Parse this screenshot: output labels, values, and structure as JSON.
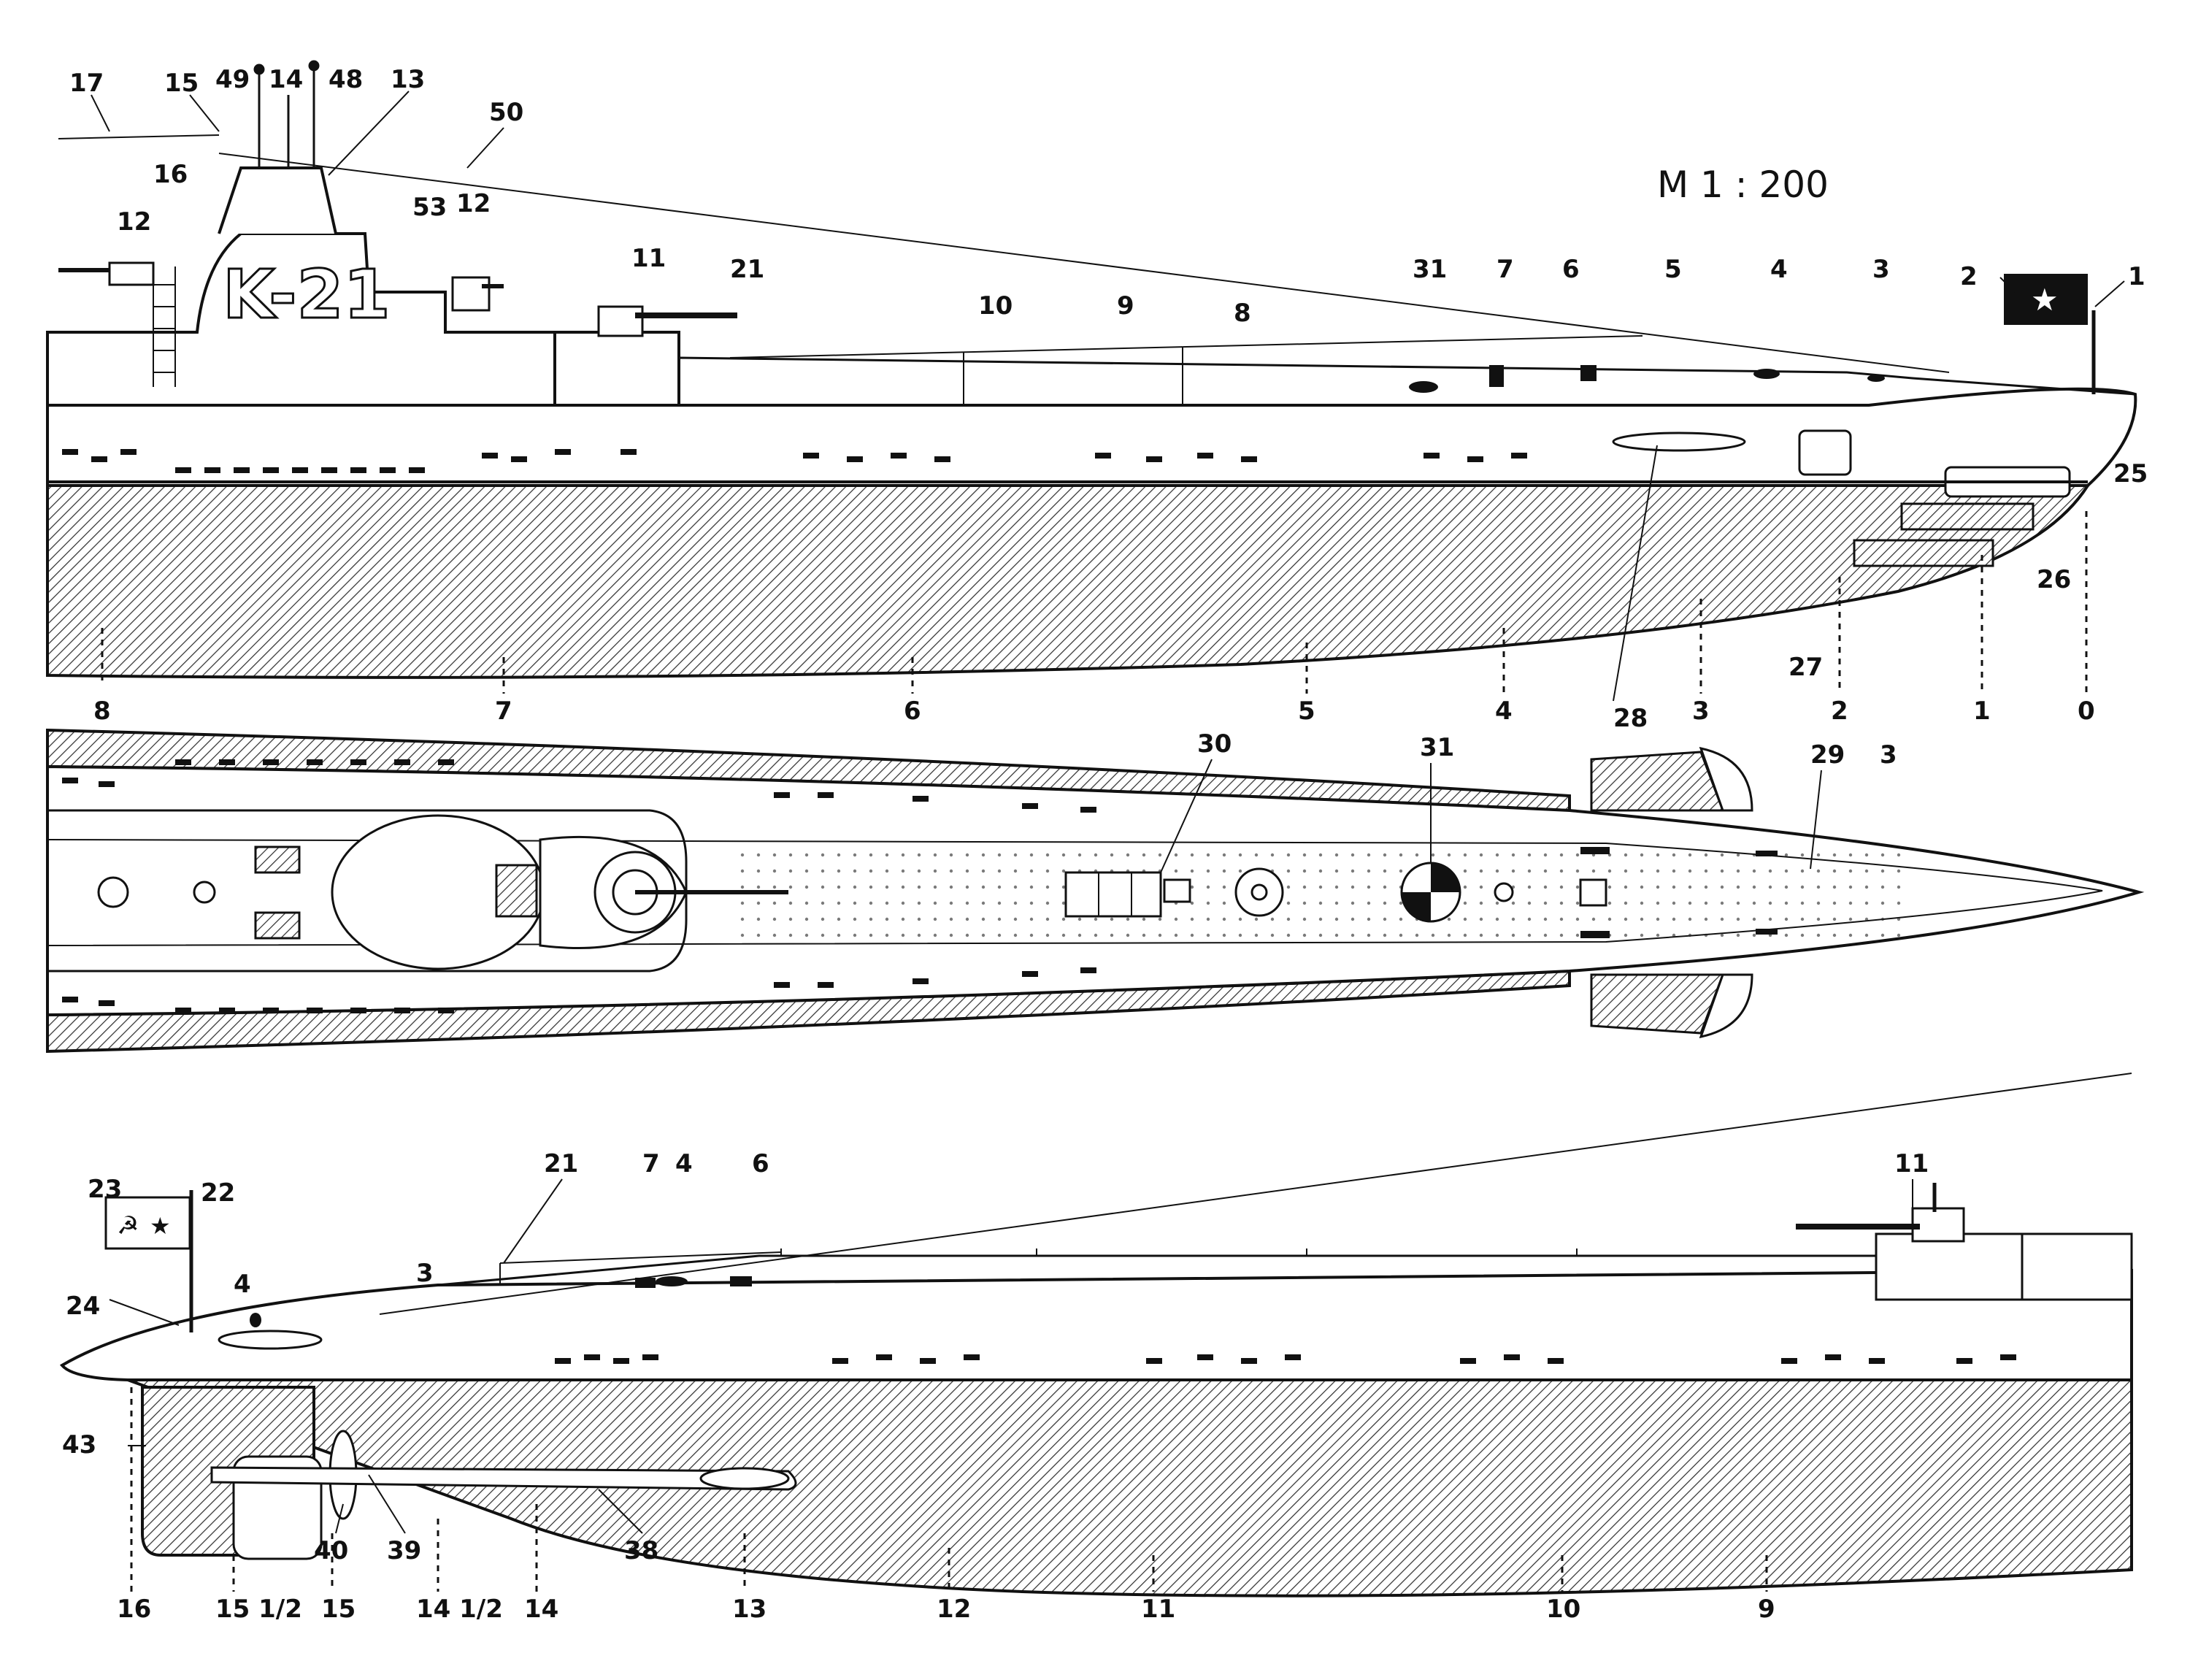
{
  "scale_label": "M 1 : 200",
  "boat_number": "K-21",
  "bow_profile_callouts": [
    "17",
    "15",
    "49",
    "14",
    "48",
    "13",
    "50",
    "16",
    "12",
    "53",
    "12",
    "11",
    "21",
    "10",
    "9",
    "8",
    "31",
    "7",
    "6",
    "5",
    "4",
    "3",
    "2",
    "1",
    "25",
    "26",
    "27",
    "28"
  ],
  "frame_numbers_top": [
    "8",
    "7",
    "6",
    "5",
    "4",
    "3",
    "2",
    "1",
    "0"
  ],
  "plan_callouts": [
    "30",
    "31",
    "29",
    "3"
  ],
  "stern_profile_callouts": [
    "23",
    "22",
    "24",
    "4",
    "3",
    "21",
    "7",
    "4",
    "6",
    "11",
    "43",
    "40",
    "39",
    "38"
  ],
  "frame_numbers_bottom": [
    "16",
    "15 1/2",
    "15",
    "14 1/2",
    "14",
    "13",
    "12",
    "11",
    "10",
    "9"
  ],
  "colors": {
    "ink": "#111111",
    "paper": "#ffffff",
    "flag": "#111111"
  },
  "icons": [
    "naval-ensign-icon",
    "star-icon",
    "hammer-sickle-icon",
    "propeller-icon",
    "deck-gun-icon",
    "anchor-icon"
  ]
}
